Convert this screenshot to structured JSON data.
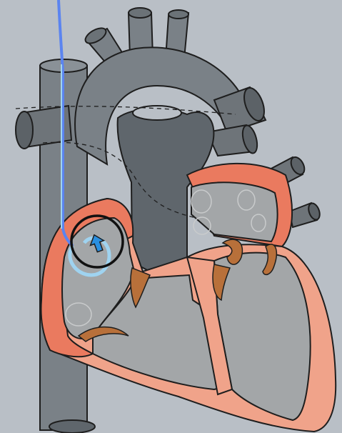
{
  "diagram": {
    "colors": {
      "background": "#b9bfc6",
      "vessel": "#7a8187",
      "vessel_dark": "#5f666c",
      "chamber_interior": "#a3a6a8",
      "myocardium": "#f0a38a",
      "myocardium_dark": "#ea7a5f",
      "valve_tissue": "#b8703a",
      "catheter": "#5b84f0",
      "catheter_light": "#9fd3f0",
      "device_arrow": "#2a8fe0",
      "highlight_ring": "#111111",
      "outline": "#1e1e1e"
    },
    "parts": [
      "superior-vena-cava",
      "inferior-vena-cava",
      "aorta",
      "aortic-arch",
      "pulmonary-artery",
      "right-atrium",
      "left-atrium",
      "right-ventricle",
      "left-ventricle",
      "interventricular-septum",
      "tricuspid-valve",
      "mitral-valve",
      "pulmonary-veins",
      "catheter-wire",
      "catheter-loop",
      "device-arrow",
      "highlight-circle"
    ]
  }
}
